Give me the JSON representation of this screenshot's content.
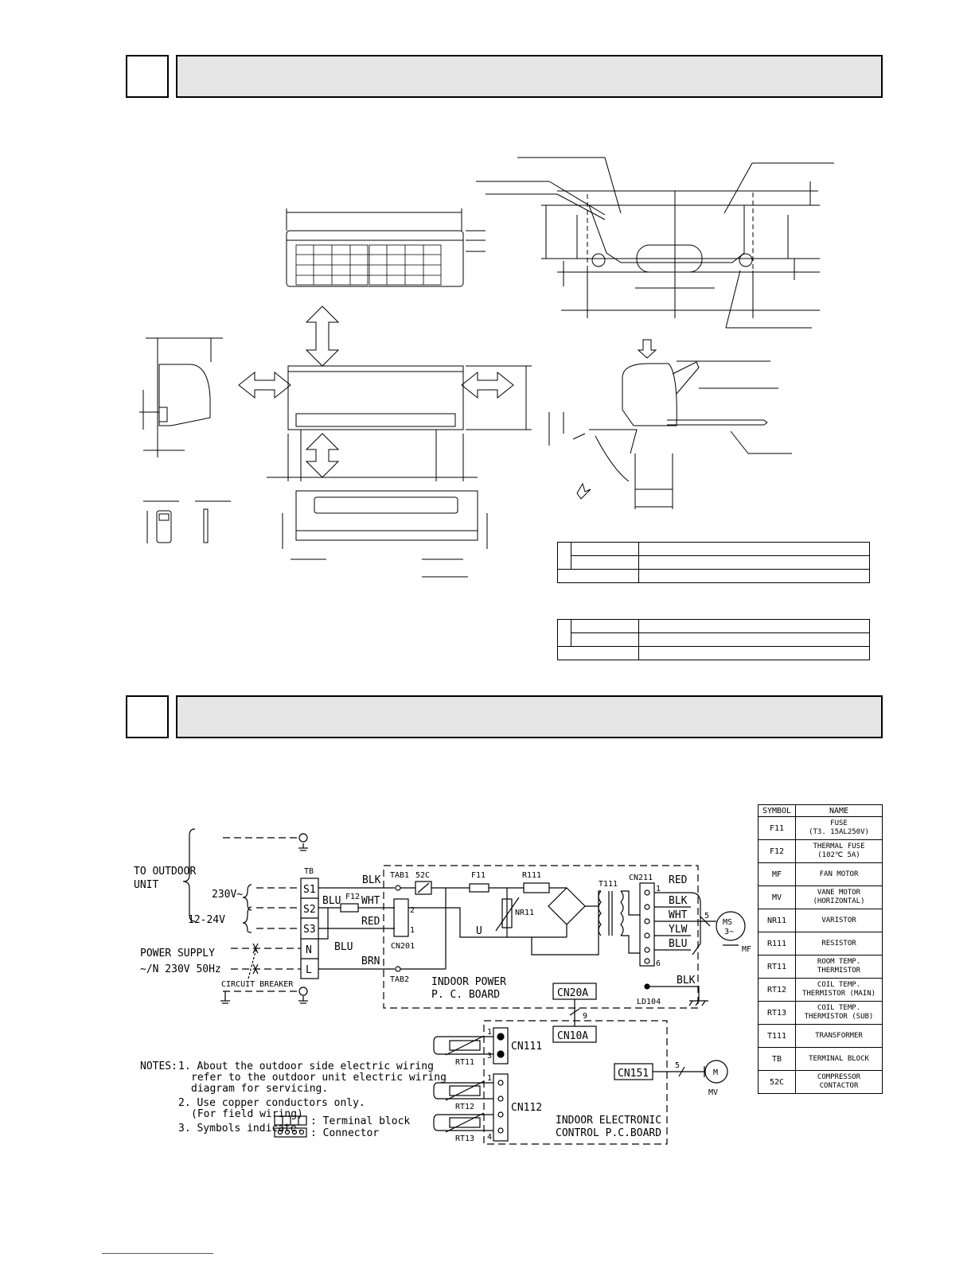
{
  "sections": [
    {
      "id": "outlines",
      "number": "",
      "title": ""
    },
    {
      "id": "wiring",
      "number": "",
      "title": ""
    }
  ],
  "wiring": {
    "to_outdoor_unit": [
      "TO OUTDOOR",
      "UNIT"
    ],
    "power_supply": [
      "POWER SUPPLY",
      "~/N 230V 50Hz"
    ],
    "circuit_breaker": "CIRCUIT BREAKER",
    "voltage_ac": "230V~",
    "voltage_dc": "12-24V",
    "tb": "TB",
    "terminals": [
      "S1",
      "S2",
      "S3",
      "N",
      "L"
    ],
    "wires": {
      "blk": "BLK",
      "wht": "WHT",
      "red": "RED",
      "brn": "BRN",
      "blu": "BLU",
      "ylw": "YLW"
    },
    "components": {
      "tab1": "TAB1",
      "tab2": "TAB2",
      "c52": "52C",
      "f11": "F11",
      "f12": "F12",
      "r111": "R111",
      "nr11": "NR11",
      "t111": "T111",
      "cn211": "CN211",
      "cn201": "CN201",
      "cn20a": "CN20A",
      "cn10a": "CN10A",
      "cn111": "CN111",
      "cn112": "CN112",
      "cn151": "CN151",
      "ld104": "LD104",
      "rt11": "RT11",
      "rt12": "RT12",
      "rt13": "RT13",
      "ms": "MS",
      "ms_phase": "3~",
      "mf": "MF",
      "mv": "MV",
      "m": "M",
      "u": "U"
    },
    "counts": {
      "five_a": "5",
      "nine": "9",
      "five_b": "5"
    },
    "pin_numbers": {
      "p1": "1",
      "p2": "2",
      "p3": "3",
      "p4": "4",
      "p6": "6"
    },
    "board_power": [
      "INDOOR POWER",
      "P. C. BOARD"
    ],
    "board_control": [
      "INDOOR ELECTRONIC",
      "CONTROL P.C.BOARD"
    ]
  },
  "notes": {
    "lead": "NOTES:",
    "n1": [
      "1. About the outdoor side electric wiring",
      "refer to the outdoor unit electric wiring",
      "diagram for servicing."
    ],
    "n2": [
      "2. Use copper conductors only.",
      "(For field wiring)"
    ],
    "n3": "3. Symbols indicate.",
    "terminal_block": ": Terminal block",
    "connector": ": Connector"
  },
  "symbol_table": {
    "headers": [
      "SYMBOL",
      "NAME"
    ],
    "rows": [
      {
        "symbol": "F11",
        "name": [
          "FUSE",
          "(T3. 15AL250V)"
        ]
      },
      {
        "symbol": "F12",
        "name": [
          "THERMAL FUSE",
          "(102℃ 5A)"
        ]
      },
      {
        "symbol": "MF",
        "name": [
          "FAN MOTOR"
        ]
      },
      {
        "symbol": "MV",
        "name": [
          "VANE MOTOR",
          "(HORIZONTAL)"
        ]
      },
      {
        "symbol": "NR11",
        "name": [
          "VARISTOR"
        ]
      },
      {
        "symbol": "R111",
        "name": [
          "RESISTOR"
        ]
      },
      {
        "symbol": "RT11",
        "name": [
          "ROOM TEMP.",
          "THERMISTOR"
        ]
      },
      {
        "symbol": "RT12",
        "name": [
          "COIL TEMP.",
          "THERMISTOR (MAIN)"
        ]
      },
      {
        "symbol": "RT13",
        "name": [
          "COIL TEMP.",
          "THERMISTOR (SUB)"
        ]
      },
      {
        "symbol": "T111",
        "name": [
          "TRANSFORMER"
        ]
      },
      {
        "symbol": "TB",
        "name": [
          "TERMINAL BLOCK"
        ]
      },
      {
        "symbol": "52C",
        "name": [
          "COMPRESSOR",
          "CONTACTOR"
        ]
      }
    ]
  },
  "colors": {
    "header_fill": "#e6e6e6",
    "line": "#000000"
  }
}
